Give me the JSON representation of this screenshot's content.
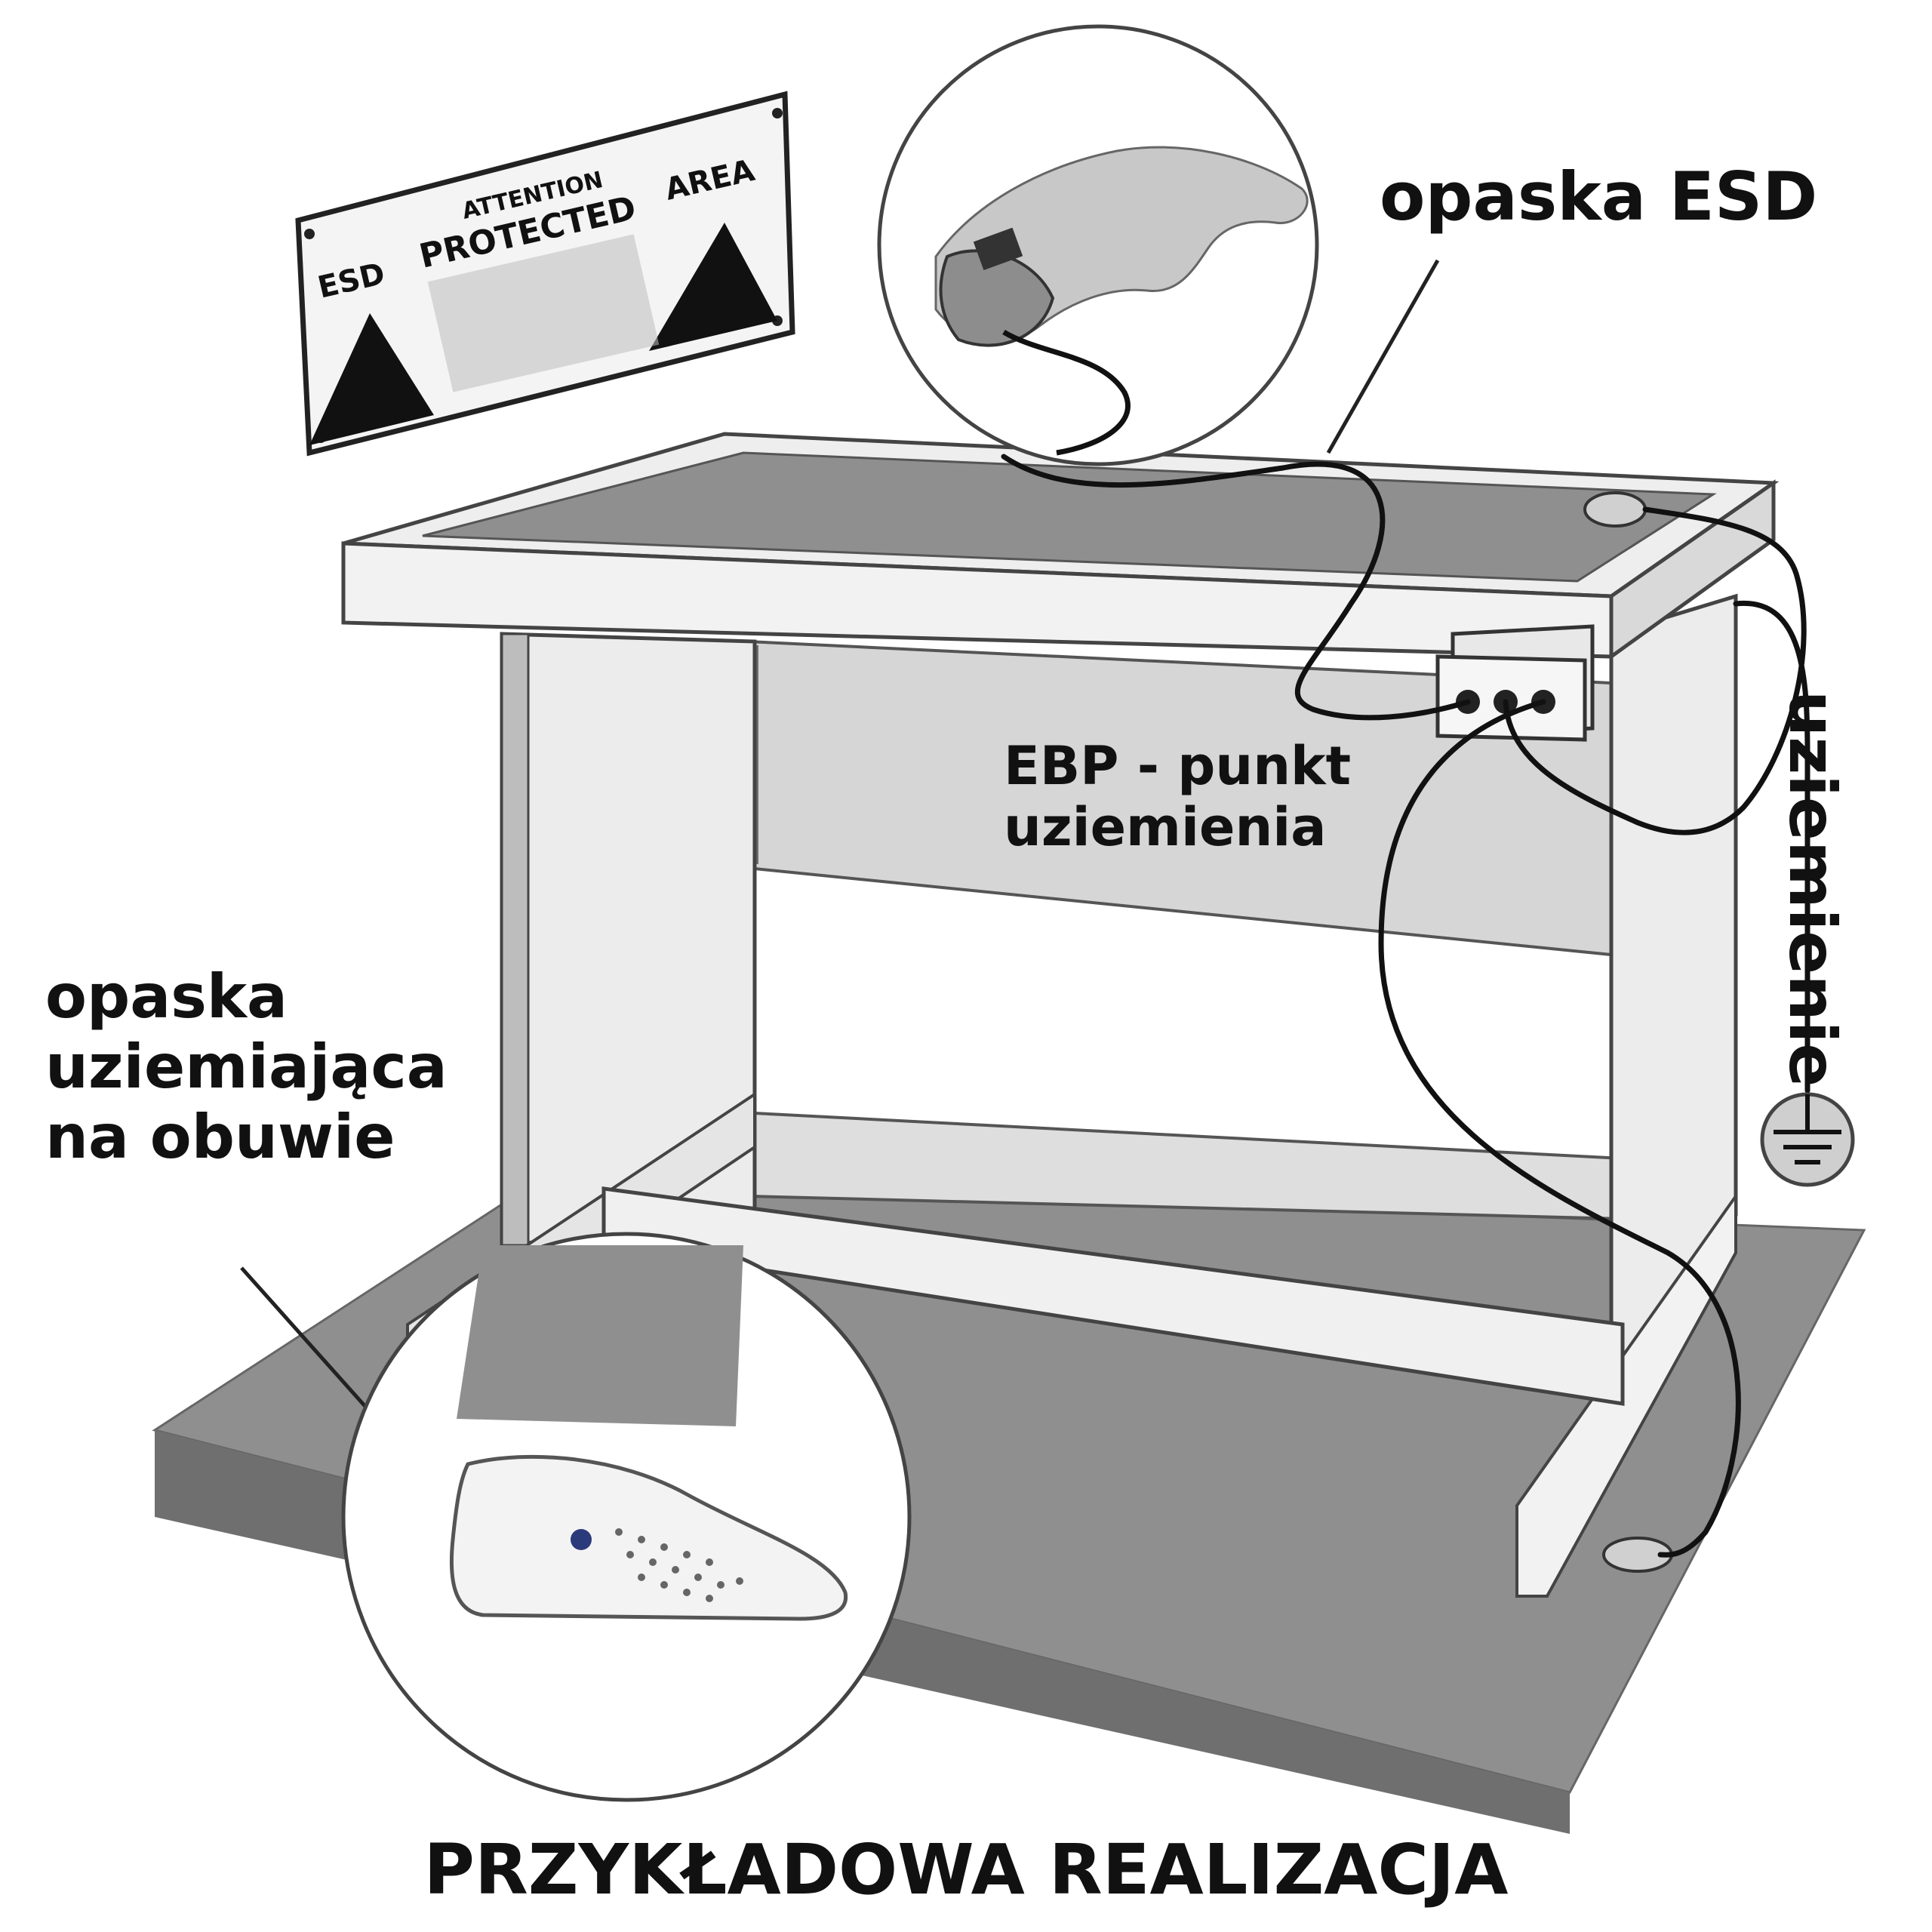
{
  "labels": {
    "wrist_strap": "opaska ESD",
    "ebp_line1": "EBP - punkt",
    "ebp_line2": "uziemienia",
    "grounding": "uziemienie",
    "shoe_line1": "opaska",
    "shoe_line2": "uziemiająca",
    "shoe_line3": "na obuwie",
    "caption": "PRZYKŁADOWA REALIZACJA"
  },
  "sign": {
    "attention": "ATTENTION",
    "esd": "ESD",
    "protected": "PROTECTED",
    "area": "AREA"
  },
  "colors": {
    "ink": "#111111",
    "mat": "#8f8f8f",
    "panel": "#d6d6d6",
    "frame": "#ececec"
  },
  "icons": {
    "ground": "earth-ground-icon",
    "warning": "esd-warning-triangle-icon"
  }
}
